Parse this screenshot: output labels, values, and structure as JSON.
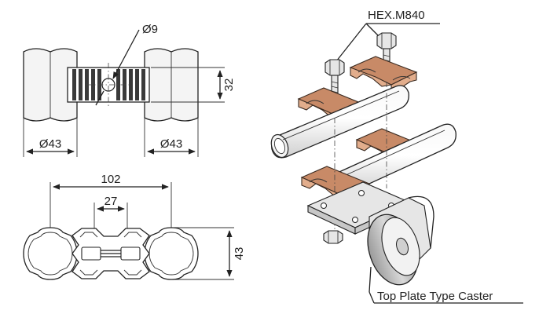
{
  "dimensions": {
    "bolt_hole": "Ø9",
    "clamp_height": "32",
    "left_pipe_dia": "Ø43",
    "right_pipe_dia": "Ø43",
    "overall_length": "102",
    "center_spacing": "27",
    "section_height": "43"
  },
  "labels": {
    "bolt": "HEX.M840",
    "caster": "Top Plate Type Caster"
  },
  "colors": {
    "line": "#222222",
    "copper_part": "#e2ad8c",
    "rib_fill": "#3a3a3a"
  }
}
